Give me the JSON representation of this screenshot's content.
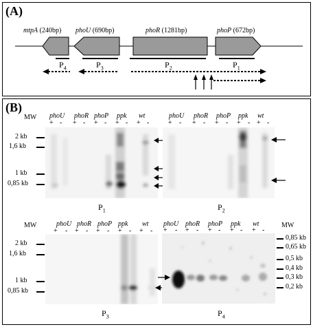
{
  "panel_a": {
    "label": "(A)",
    "genes": [
      {
        "name": "mtpA",
        "size": "(240bp)"
      },
      {
        "name": "phoU",
        "size": "(690bp)"
      },
      {
        "name": "phoR",
        "size": "(1281bp)"
      },
      {
        "name": "phoP",
        "size": "(672bp)"
      }
    ],
    "probes": [
      {
        "name": "P",
        "sub": "4"
      },
      {
        "name": "P",
        "sub": "3"
      },
      {
        "name": "P",
        "sub": "2"
      },
      {
        "name": "P",
        "sub": "1"
      }
    ]
  },
  "panel_b": {
    "label": "(B)",
    "mw_label": "MW",
    "strains": [
      "phoU",
      "phoR",
      "phoP",
      "ppk",
      "wt"
    ],
    "plus": "+",
    "minus": "-",
    "blots": [
      {
        "probe": "P",
        "sub": "1",
        "markers": [
          "2   kb",
          "1,6 kb",
          "1   kb",
          "0,85 kb"
        ]
      },
      {
        "probe": "P",
        "sub": "2"
      },
      {
        "probe": "P",
        "sub": "3",
        "markers": [
          "2   kb",
          "1,6 kb",
          "1   kb",
          "0,85 kb"
        ]
      },
      {
        "probe": "P",
        "sub": "4",
        "markers": [
          "0,85 kb",
          "0,65 kb",
          "0,5 kb",
          "0,4 kb",
          "0,3 kb",
          "0,2 kb"
        ]
      }
    ]
  }
}
